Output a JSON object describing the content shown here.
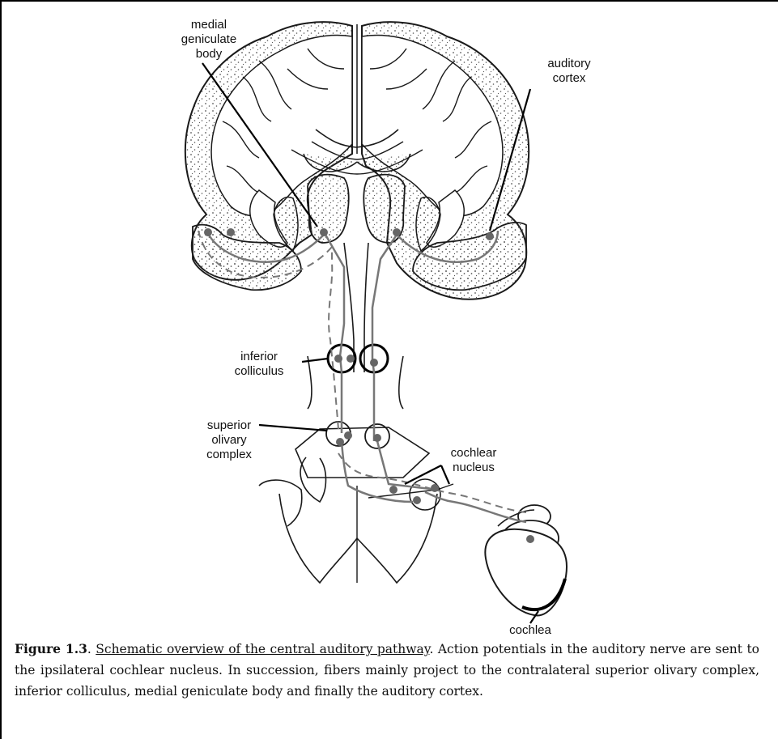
{
  "labels": {
    "medial_geniculate": "medial\ngeniculate\nbody",
    "auditory_cortex": "auditory\ncortex",
    "inferior_colliculus": "inferior\ncolliculus",
    "superior_olivary": "superior\nolivary\ncomplex",
    "cochlear_nucleus": "cochlear\nnucleus",
    "cochlea": "cochlea"
  },
  "caption": {
    "figure_label": "Figure 1.3",
    "separator": ". ",
    "title": "Schematic overview of the central auditory pathway",
    "text": ". Action potentials in the auditory nerve are sent to the ipsilateral cochlear nucleus. In succession, fibers mainly project to the contralateral superior olivary complex, inferior colliculus, medial geniculate body and finally the auditory cortex."
  },
  "colors": {
    "outline": "#1a1a1a",
    "pathway": "#777777",
    "stipple": "#555555"
  }
}
